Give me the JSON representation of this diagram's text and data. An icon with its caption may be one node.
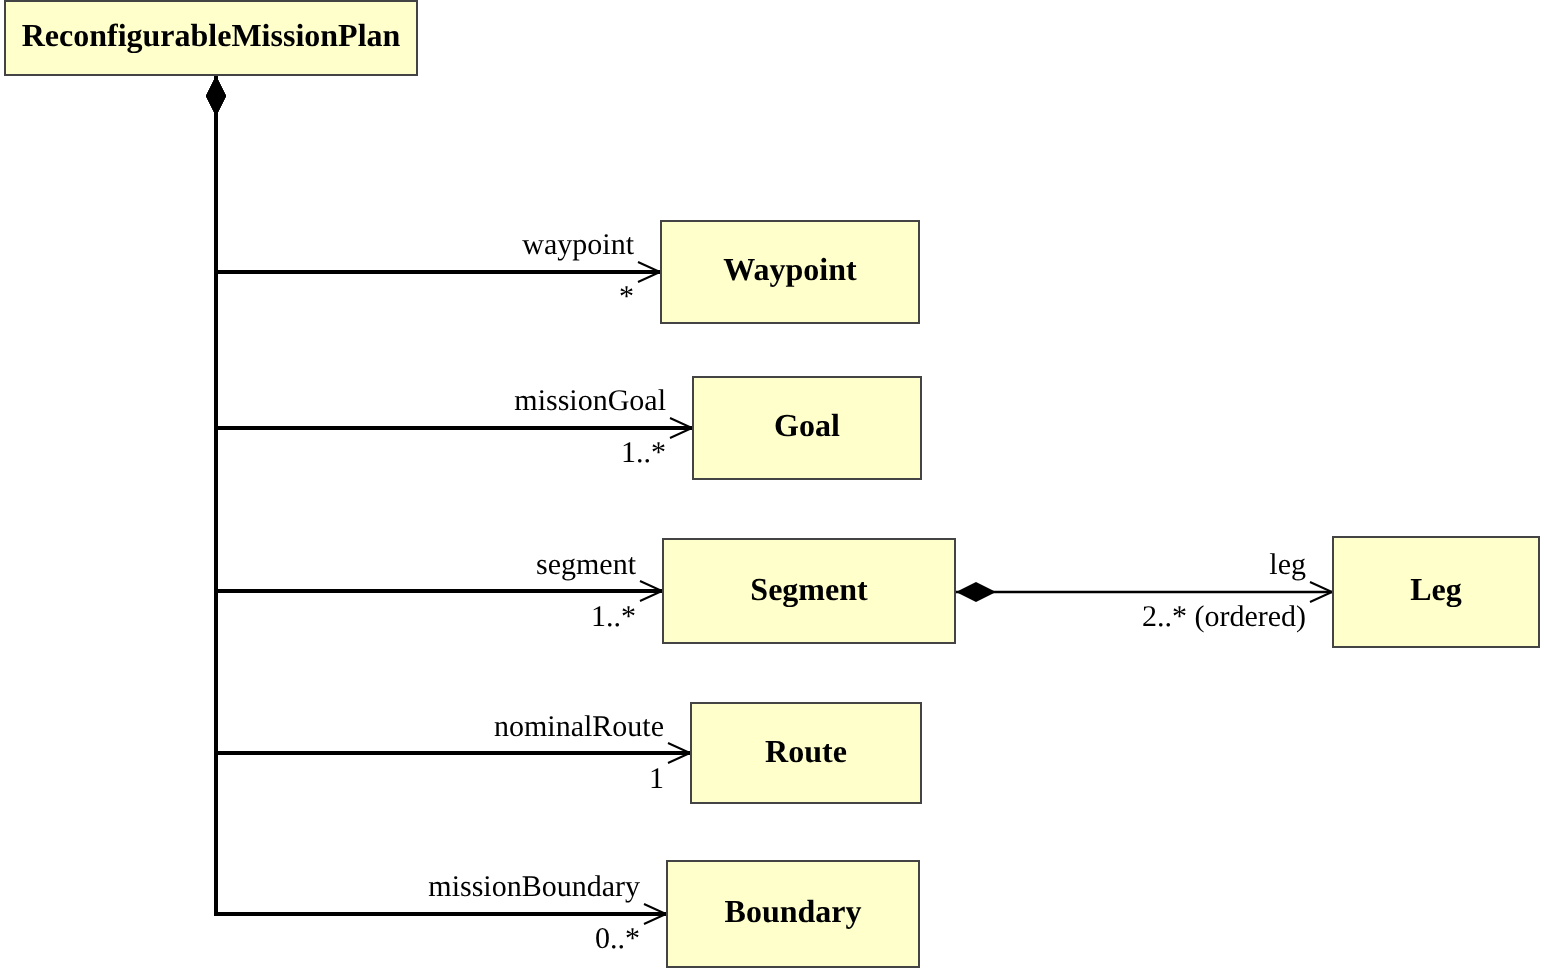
{
  "diagram": {
    "nodes": [
      {
        "text": [
          "ReconfigurableMissionPlan"
        ]
      },
      {
        "text": [
          "Waypoint"
        ]
      },
      {
        "text": [
          "Goal"
        ]
      },
      {
        "text": [
          "Segment"
        ]
      },
      {
        "text": [
          "Leg"
        ]
      },
      {
        "text": [
          "Route"
        ]
      },
      {
        "text": [
          "Boundary"
        ]
      }
    ],
    "edges": [
      {
        "from": 0,
        "to": 1,
        "arrow": "to",
        "label": "waypoint"
      },
      {
        "from": 0,
        "to": 2,
        "arrow": "to",
        "label": "missionGoal"
      },
      {
        "from": 0,
        "to": 3,
        "arrow": "to",
        "label": "segment"
      },
      {
        "from": 3,
        "to": 4,
        "arrow": "to",
        "label": "leg"
      },
      {
        "from": 0,
        "to": 5,
        "arrow": "to",
        "label": "nominalRoute"
      },
      {
        "from": 0,
        "to": 6,
        "arrow": "to",
        "label": "missionBoundary"
      }
    ],
    "labels": [
      "*",
      "1..*",
      "1..*",
      "2..* (ordered)",
      "1",
      "0..*"
    ]
  }
}
